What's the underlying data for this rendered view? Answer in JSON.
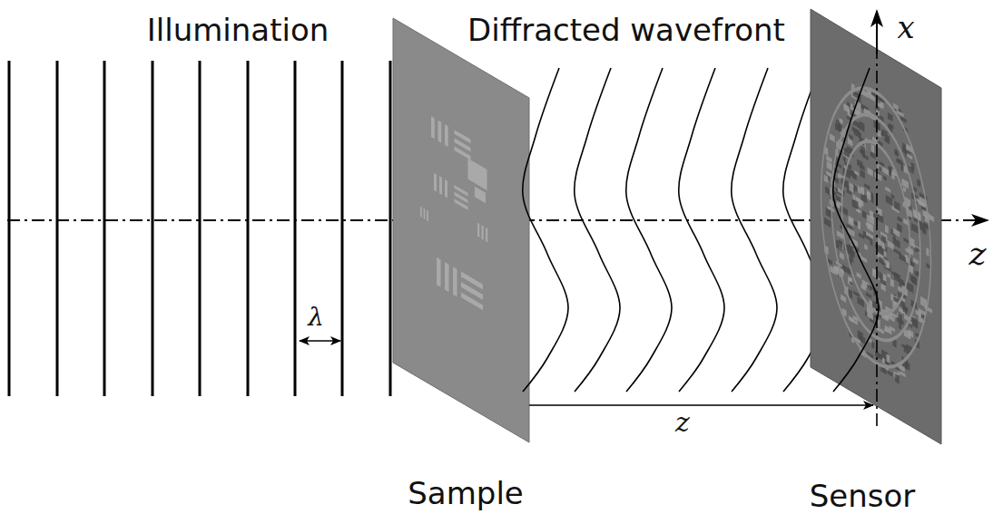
{
  "diagram": {
    "labels": [
      "Illumination",
      "Diffracted wavefront",
      "x",
      "z",
      "λ",
      "z",
      "Sample",
      "Sensor"
    ]
  }
}
